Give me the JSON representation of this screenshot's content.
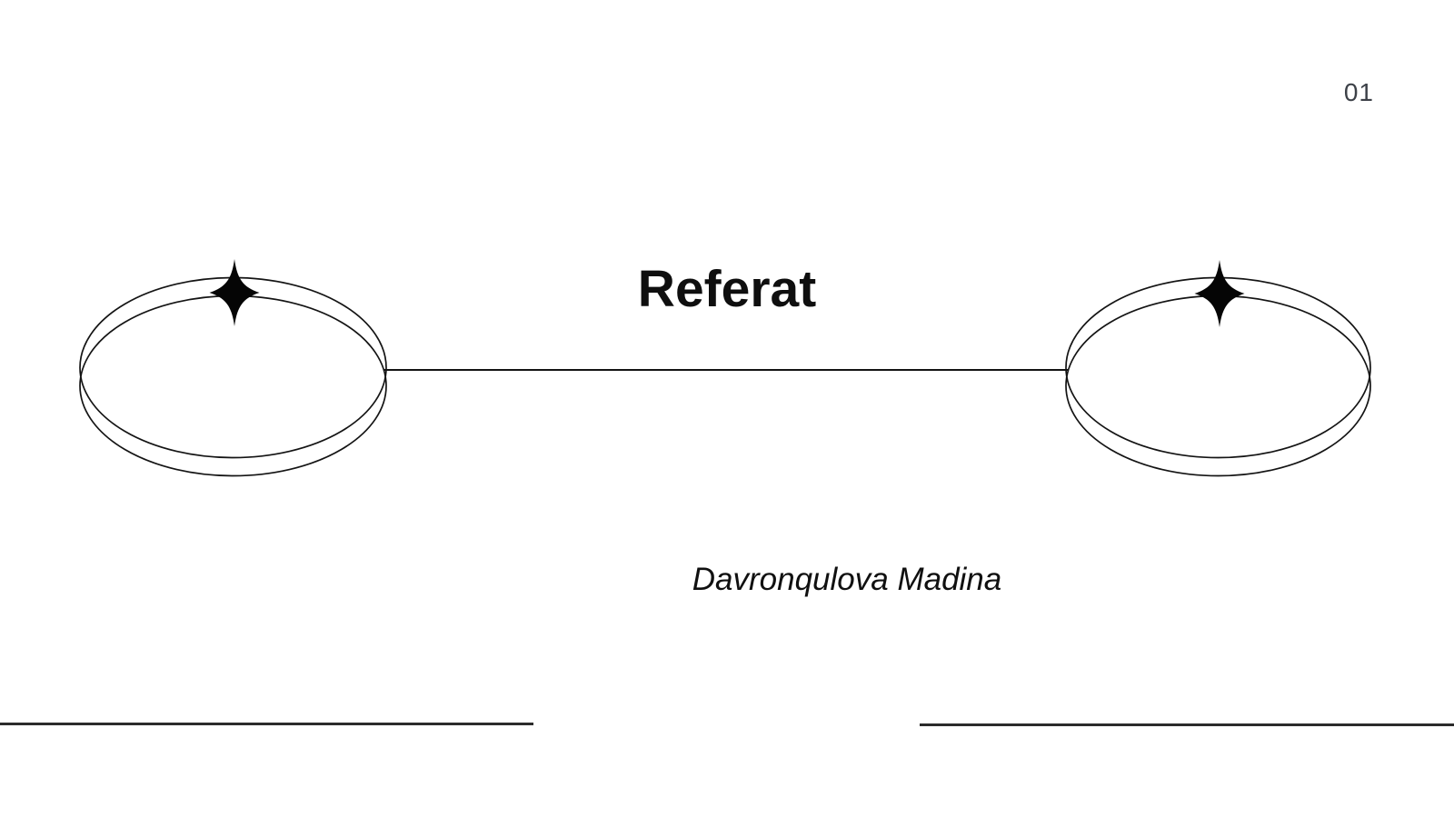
{
  "slide": {
    "page_number": "01",
    "title": "Referat",
    "author": "Davronqulova Madina"
  },
  "decorations": {
    "left_shape": "double-ellipse-orbit",
    "right_shape": "double-ellipse-orbit",
    "left_icon": "sparkle-icon",
    "right_icon": "sparkle-icon",
    "connector": "horizontal-line"
  },
  "colors": {
    "background": "#ffffff",
    "title_text": "#0f0f0f",
    "author_text": "#101010",
    "page_number_text": "#3d4148",
    "line_stroke": "#141414",
    "footer_rule": "#2b2b2b",
    "sparkle_fill": "#050505"
  }
}
